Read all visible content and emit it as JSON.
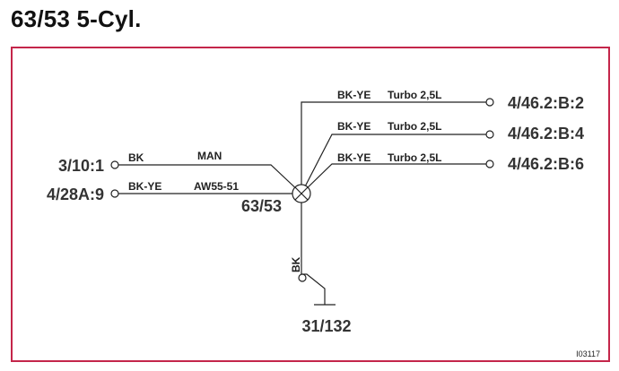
{
  "title": "63/53 5-Cyl.",
  "colors": {
    "frame": "#c4264a",
    "line": "#222222",
    "text": "#333333"
  },
  "left_connections": [
    {
      "terminal": "3/10:1",
      "wire_color": "BK",
      "condition": "MAN"
    },
    {
      "terminal": "4/28A:9",
      "wire_color": "BK-YE",
      "condition": "AW55-51"
    }
  ],
  "right_connections": [
    {
      "terminal": "4/46.2:B:2",
      "wire_color": "BK-YE",
      "condition": "Turbo 2,5L"
    },
    {
      "terminal": "4/46.2:B:4",
      "wire_color": "BK-YE",
      "condition": "Turbo 2,5L"
    },
    {
      "terminal": "4/46.2:B:6",
      "wire_color": "BK-YE",
      "condition": "Turbo 2,5L"
    }
  ],
  "junction": {
    "label": "63/53"
  },
  "ground": {
    "wire_color": "BK",
    "label": "31/132"
  },
  "figure_id": "I03117"
}
